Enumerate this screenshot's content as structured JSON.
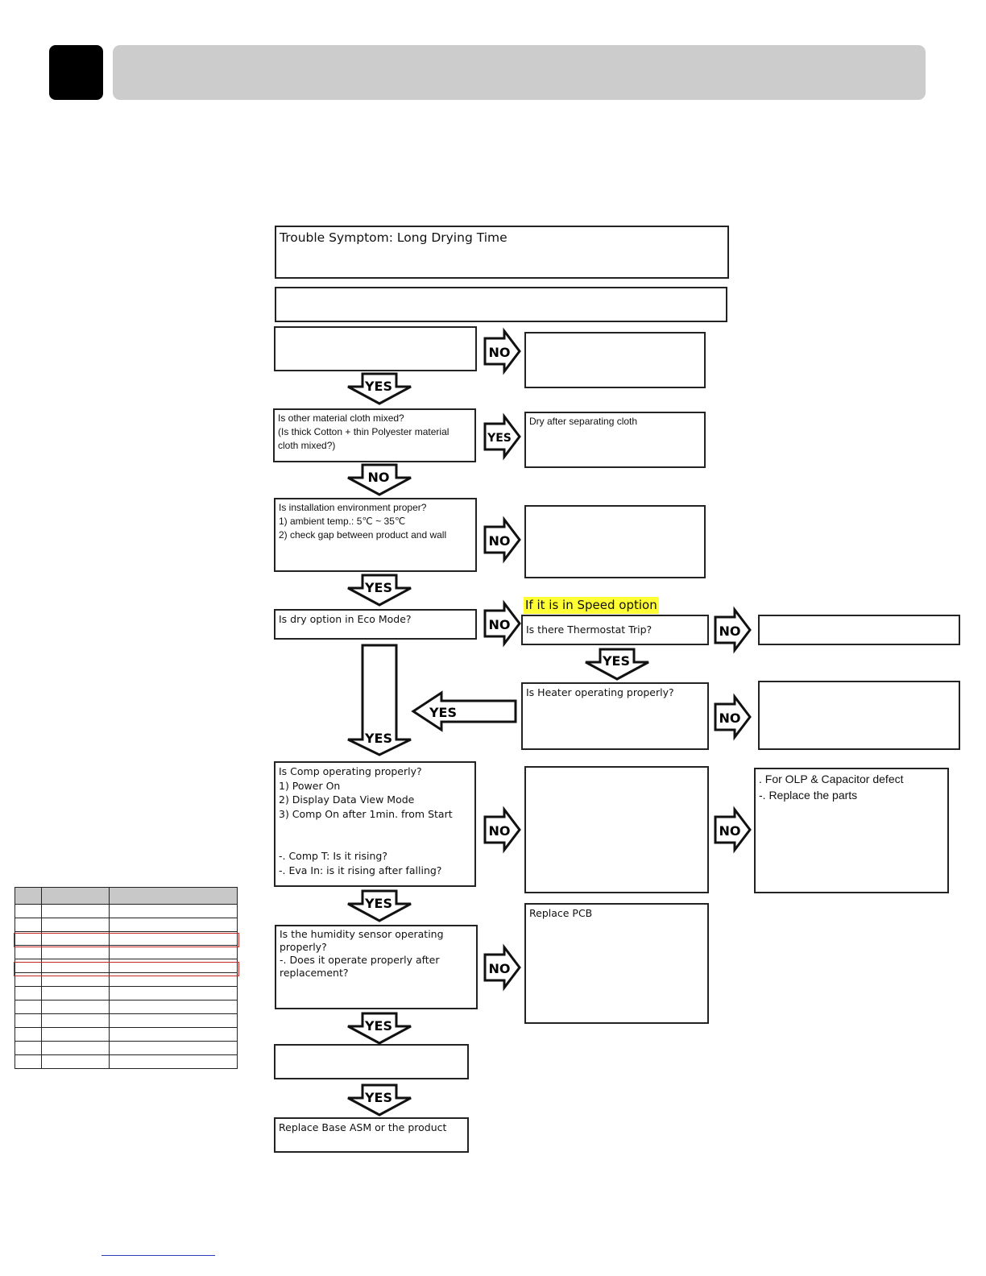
{
  "boxes": {
    "title": "Trouble Symptom: Long Drying Time",
    "q_mixed": "Is other material cloth mixed?\n(Is thick Cotton + thin Polyester material cloth mixed?)",
    "a_separate": "Dry after separating cloth",
    "q_install": "Is installation environment proper?\n1) ambient temp.: 5℃ ~ 35℃\n2) check gap between product and wall",
    "q_eco": "Is dry option in Eco Mode?",
    "speed_note": "If it is in Speed option",
    "q_thermostat": "Is there Thermostat Trip?",
    "q_heater": "Is Heater operating properly?",
    "q_comp": "Is Comp operating properly?\n1) Power On\n2) Display Data View Mode\n3) Comp On after 1min. from Start\n\n\n  -. Comp T: Is it rising?\n  -. Eva In:  is it rising after falling?",
    "a_olp": ". For OLP & Capacitor defect\n  -. Replace the parts",
    "a_pcb": "Replace PCB",
    "q_humidity": "Is the humidity sensor operating properly?\n-. Does it operate properly after replacement?",
    "a_base": "Replace Base ASM or the product"
  },
  "labels": {
    "yes": "YES",
    "no": "NO"
  },
  "colors": {
    "highlight": "#ffff33",
    "header_bar": "#cccccc",
    "table_alert": "#c62828",
    "link": "#2a3fb8"
  }
}
